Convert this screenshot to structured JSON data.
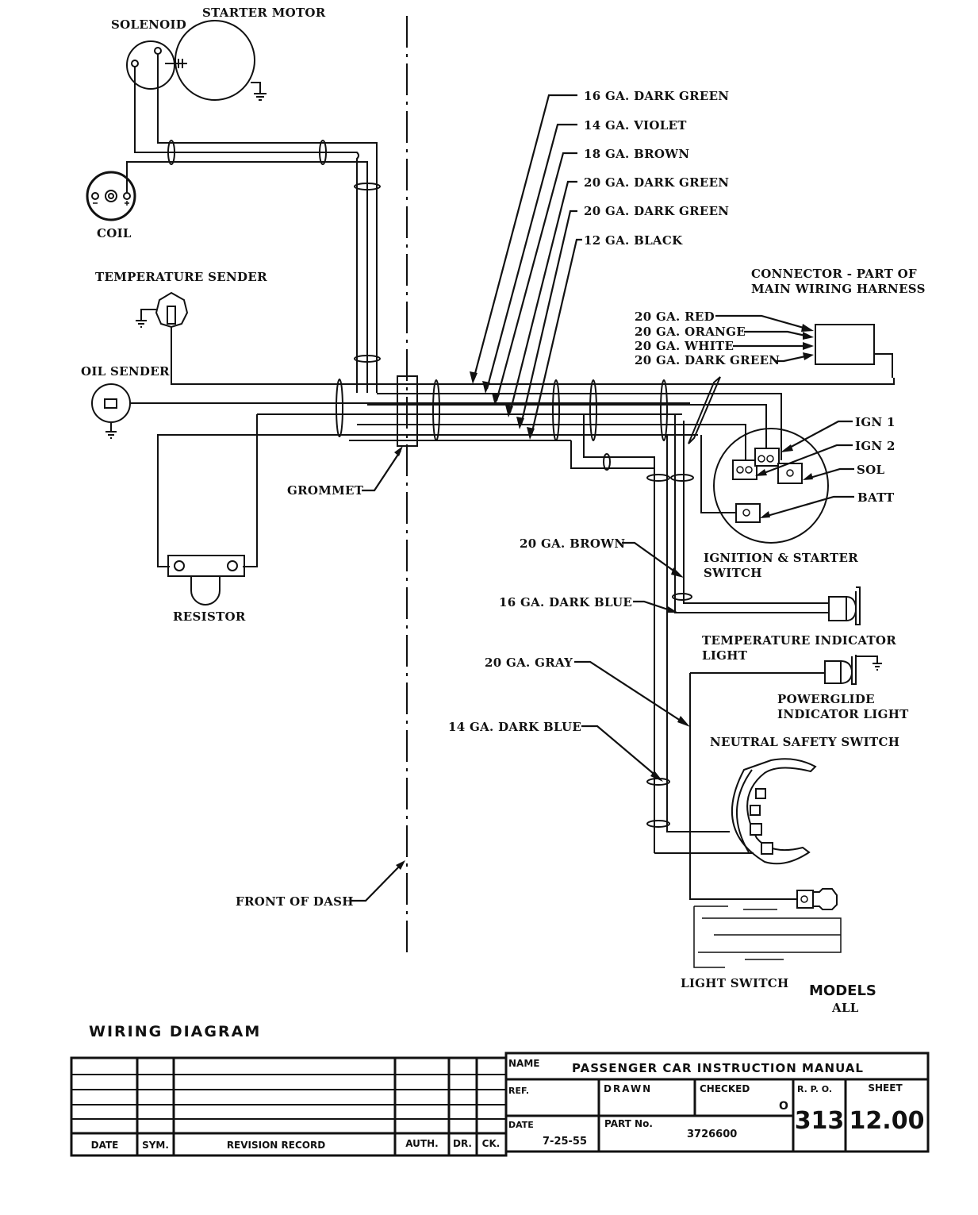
{
  "title": "WIRING DIAGRAM",
  "components": {
    "solenoid": "SOLENOID",
    "starter_motor": "STARTER MOTOR",
    "coil": "COIL",
    "temperature_sender": "TEMPERATURE SENDER",
    "oil_sender": "OIL SENDER",
    "resistor": "RESISTOR",
    "grommet": "GROMMET",
    "front_of_dash": "FRONT OF DASH",
    "connector_line1": "CONNECTOR - PART OF",
    "connector_line2": "MAIN WIRING HARNESS",
    "ignition_switch_line1": "IGNITION & STARTER",
    "ignition_switch_line2": "SWITCH",
    "temp_light_line1": "TEMPERATURE INDICATOR",
    "temp_light_line2": "LIGHT",
    "powerglide_line1": "POWERGLIDE",
    "powerglide_line2": "INDICATOR LIGHT",
    "neutral_safety_switch": "NEUTRAL SAFETY SWITCH",
    "light_switch": "LIGHT SWITCH"
  },
  "harness_wires": [
    "16 GA. DARK GREEN",
    "14 GA. VIOLET",
    "18 GA. BROWN",
    "20 GA. DARK GREEN",
    "20 GA. DARK GREEN",
    "12 GA. BLACK"
  ],
  "connector_wires": [
    "20 GA. RED",
    "20 GA. ORANGE",
    "20 GA. WHITE",
    "20 GA. DARK GREEN"
  ],
  "ignition_terminals": [
    "IGN 1",
    "IGN 2",
    "SOL",
    "BATT"
  ],
  "lower_wires": [
    "20 GA. BROWN",
    "16 GA. DARK BLUE",
    "20 GA. GRAY",
    "14 GA. DARK BLUE"
  ],
  "models": {
    "label": "MODELS",
    "value": "ALL"
  },
  "title_block": {
    "revision_headers": [
      "DATE",
      "SYM.",
      "REVISION RECORD",
      "AUTH.",
      "DR.",
      "CK."
    ],
    "name_label": "NAME",
    "name_value": "PASSENGER CAR INSTRUCTION MANUAL",
    "ref_label": "REF.",
    "drawn_label": "DRAWN",
    "checked_label": "CHECKED",
    "checked_value": "O",
    "date_label": "DATE",
    "date_value": "7-25-55",
    "part_label": "PART No.",
    "part_value": "3726600",
    "rpo_label": "R. P. O.",
    "rpo_value": "313",
    "sheet_label": "SHEET",
    "sheet_value": "12.00"
  }
}
